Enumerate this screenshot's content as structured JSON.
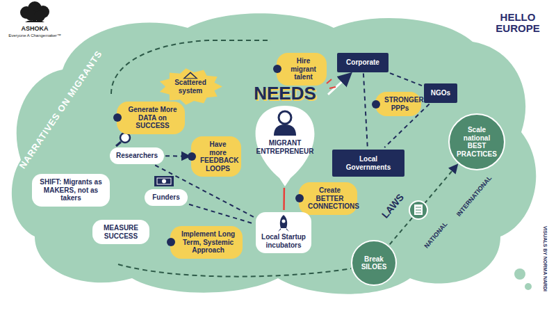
{
  "diagram": {
    "nodes": [
      {
        "text": [
          "NARRATIVES ON MIGRANTS"
        ]
      },
      {
        "text": [
          "Scattered system"
        ],
        "in": 0
      },
      {
        "text": [
          "Generate More DATA on SUCCESS"
        ],
        "in": 0
      },
      {
        "text": [
          "Researchers"
        ],
        "in": 0
      },
      {
        "text": [
          "Have more FEEDBACK LOOPS"
        ],
        "in": 0
      },
      {
        "text": [
          "NEEDS",
          "MIGRANT ENTREPRENEUR"
        ],
        "in": 0
      },
      {
        "text": [
          "Hire migrant talent"
        ],
        "in": 0
      },
      {
        "text": [
          "Corporate"
        ],
        "in": 0
      },
      {
        "text": [
          "STRONGER PPPs"
        ],
        "in": 0
      },
      {
        "text": [
          "NGOs"
        ],
        "in": 0
      },
      {
        "text": [
          "Local Governments"
        ],
        "in": 0
      },
      {
        "text": [
          "Scale national BEST PRACTICES"
        ],
        "in": 0
      },
      {
        "text": [
          "SHIFT: Migrants as MAKERS, not as takers"
        ],
        "in": 0
      },
      {
        "text": [
          "Funders"
        ],
        "in": 0
      },
      {
        "text": [
          "Create BETTER CONNECTIONS"
        ],
        "in": 0
      },
      {
        "text": [
          "MEASURE SUCCESS"
        ],
        "in": 0
      },
      {
        "text": [
          "Implement Long Term, Systemic Approach"
        ],
        "in": 0
      },
      {
        "text": [
          "Local Startup incubators"
        ],
        "in": 0
      },
      {
        "text": [
          "Break SILOES"
        ],
        "in": 0
      }
    ],
    "edges": [
      {
        "from": 3,
        "to": 4,
        "arrow": "to"
      },
      {
        "from": 3,
        "to": 17,
        "arrow": "none"
      },
      {
        "from": 13,
        "to": 17,
        "arrow": "none"
      },
      {
        "from": 5,
        "to": 17,
        "arrow": "none"
      },
      {
        "from": 5,
        "to": 7,
        "arrow": "to"
      },
      {
        "from": 7,
        "to": 9,
        "arrow": "none"
      },
      {
        "from": 7,
        "to": 10,
        "arrow": "none"
      },
      {
        "from": 9,
        "to": 10,
        "arrow": "none"
      },
      {
        "from": 18,
        "to": 11,
        "arrow": "to"
      }
    ],
    "labels": [
      "ASHOKA",
      "Everyone A Changemaker™",
      "HELLO EUROPE",
      "LAWS",
      "NATIONAL",
      "INTERNATIONAL",
      "VISUALS BY NORMA NARDI"
    ]
  }
}
